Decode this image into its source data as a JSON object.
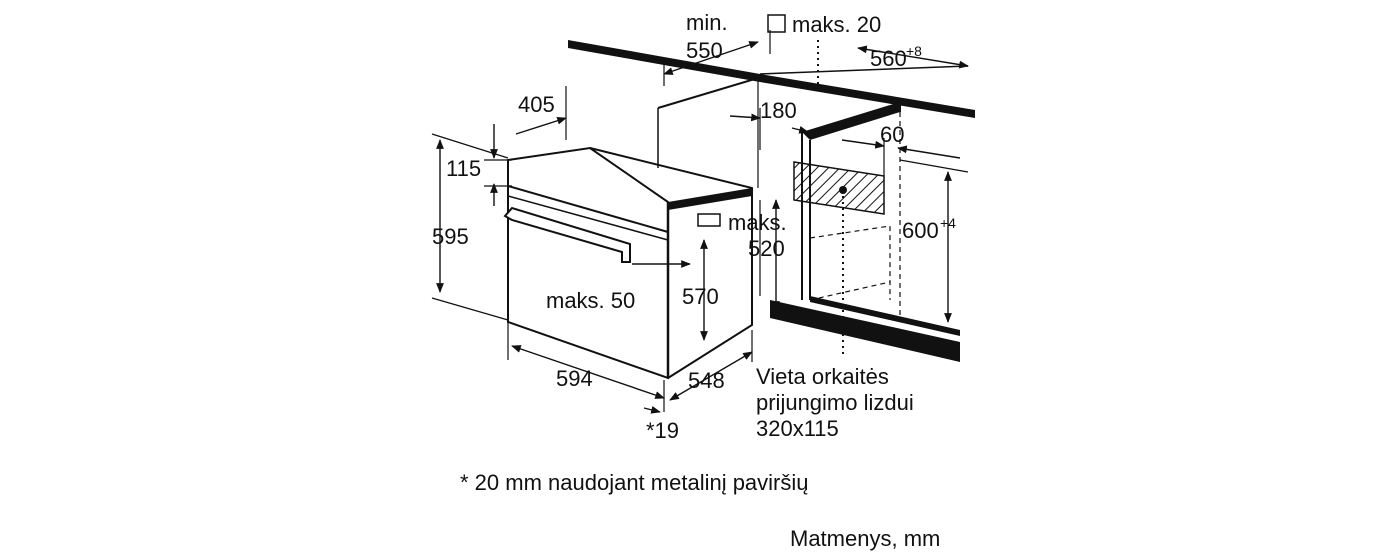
{
  "dimensions": {
    "min_label": "min.",
    "min_value": "550",
    "clearance_top": "maks. 20",
    "cabinet_width": "560",
    "cabinet_width_tolerance": "+8",
    "oven_depth_top": "405",
    "vent_gap": "180",
    "socket_offset": "60",
    "top_offset": "115",
    "oven_height": "595",
    "cabinet_height": "600",
    "cabinet_height_tolerance": "+4",
    "max_depth_label": "maks.",
    "max_depth_value": "520",
    "body_height": "570",
    "handle_depth": "maks. 50",
    "oven_width": "594",
    "body_depth": "548",
    "front_thickness": "*19"
  },
  "socket_note": {
    "line1": "Vieta orkaitės",
    "line2": "prijungimo lizdui",
    "line3": "320x115"
  },
  "footnote": "* 20 mm naudojant metalinį paviršių",
  "units": "Matmenys, mm"
}
